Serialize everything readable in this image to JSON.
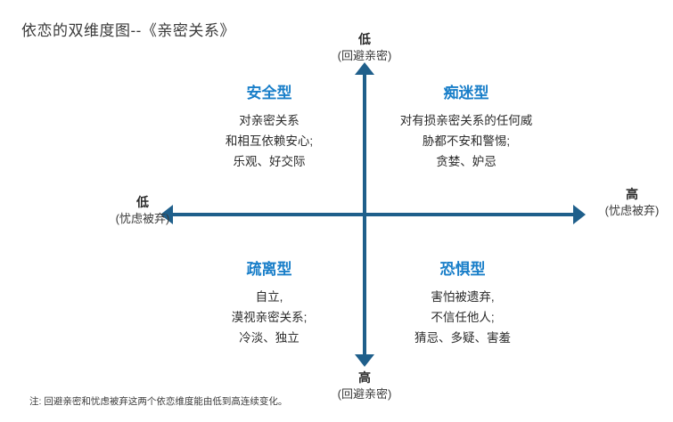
{
  "title": "依恋的双维度图--《亲密关系》",
  "axes": {
    "top": {
      "level": "低",
      "dimension": "(回避亲密)"
    },
    "bottom": {
      "level": "高",
      "dimension": "(回避亲密)"
    },
    "left": {
      "level": "低",
      "dimension": "(忧虑被弃)"
    },
    "right": {
      "level": "高",
      "dimension": "(忧虑被弃)"
    }
  },
  "quadrants": [
    {
      "position": "top-left",
      "heading": "安全型",
      "lines": [
        "对亲密关系",
        "和相互依赖安心;",
        "乐观、好交际"
      ]
    },
    {
      "position": "top-right",
      "heading": "痴迷型",
      "lines": [
        "对有损亲密关系的任何威",
        "胁都不安和警惕;",
        "贪婪、妒忌"
      ]
    },
    {
      "position": "bottom-left",
      "heading": "疏离型",
      "lines": [
        "自立,",
        "漠视亲密关系;",
        "冷淡、独立"
      ]
    },
    {
      "position": "bottom-right",
      "heading": "恐惧型",
      "lines": [
        "害怕被遗弃,",
        "不信任他人;",
        "猜忌、多疑、害羞"
      ]
    }
  ],
  "footnote": "注: 回避亲密和忧虑被弃这两个依恋维度能由低到高连续变化。",
  "colors": {
    "axis": "#1f5f8b",
    "heading": "#1a7fc9",
    "text": "#2b2b2b",
    "background": "#ffffff"
  },
  "chart_data": {
    "type": "scatter",
    "title": "依恋的双维度图--《亲密关系》",
    "xlabel": "忧虑被弃",
    "ylabel": "回避亲密",
    "x_axis": {
      "low_label": "低",
      "high_label": "高",
      "dimension": "(忧虑被弃)",
      "direction": "low-left-to-high-right"
    },
    "y_axis": {
      "low_label": "低",
      "high_label": "高",
      "dimension": "(回避亲密)",
      "direction": "low-top-to-high-bottom"
    },
    "grid": false,
    "legend": "none",
    "quadrant_labels": [
      {
        "name": "安全型",
        "x": "低忧虑被弃",
        "y": "低回避亲密"
      },
      {
        "name": "痴迷型",
        "x": "高忧虑被弃",
        "y": "低回避亲密"
      },
      {
        "name": "疏离型",
        "x": "低忧虑被弃",
        "y": "高回避亲密"
      },
      {
        "name": "恐惧型",
        "x": "高忧虑被弃",
        "y": "高回避亲密"
      }
    ],
    "annotation": "注: 回避亲密和忧虑被弃这两个依恋维度能由低到高连续变化。"
  }
}
